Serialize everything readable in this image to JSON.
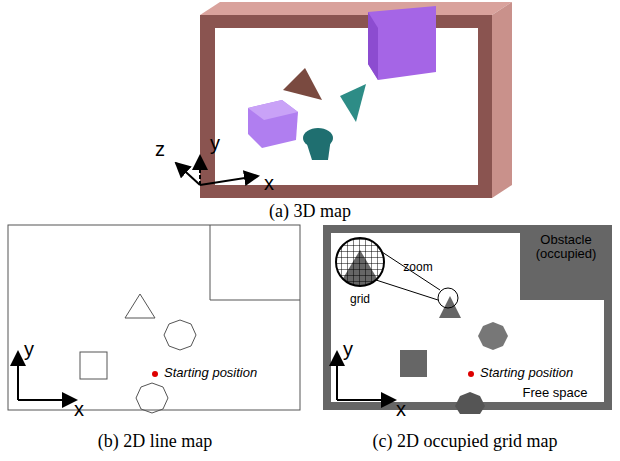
{
  "diagram": {
    "nodes": [
      {
        "text": [
          "Obstacle (occupied)"
        ]
      }
    ],
    "labels": [
      "z",
      "y",
      "x",
      "(a) 3D map",
      "y",
      "x",
      "Starting position",
      "(b) 2D line map",
      "y",
      "x",
      "Starting position",
      "zoom",
      "grid",
      "Free space",
      "(c) 2D occupied grid map"
    ]
  }
}
